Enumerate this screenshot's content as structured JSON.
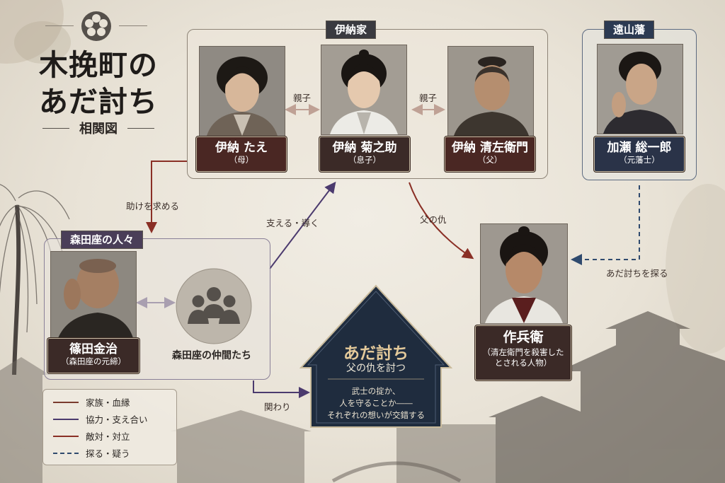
{
  "title": {
    "line1": "木挽町の",
    "line2": "あだ討ち",
    "subtitle": "相関図"
  },
  "groups": {
    "inou": "伊納家",
    "toyama": "遠山藩",
    "morita": "森田座の人々"
  },
  "characters": {
    "tae": {
      "name": "伊納 たえ",
      "role": "（母）"
    },
    "kikunosuke": {
      "name": "伊納 菊之助",
      "role": "（息子）"
    },
    "seizaemon": {
      "name": "伊納 清左衛門",
      "role": "（父）"
    },
    "kase": {
      "name": "加瀬 総一郎",
      "role": "（元藩士）"
    },
    "shinoda": {
      "name": "篠田金治",
      "role": "（森田座の元締）"
    },
    "nakama": {
      "name": "森田座の仲間たち"
    },
    "sakubei": {
      "name": "作兵衛",
      "role_line1": "（清左衛門を殺害した",
      "role_line2": "とされる人物）"
    }
  },
  "relations": {
    "oyako_left": "親子",
    "oyako_right": "親子",
    "tasuke": "助けを求める",
    "sasaeru": "支える・導く",
    "chichi_no_kataki": "父の仇",
    "adauchi_saguru": "あだ討ちを探る",
    "kakawari": "関わり"
  },
  "center": {
    "title": "あだ討ち",
    "subtitle": "父の仇を討つ",
    "line1": "武士の掟か、",
    "line2": "人を守ることか――",
    "line3": "それぞれの想いが交錯する"
  },
  "legend": [
    {
      "label": "家族・血縁",
      "color": "#7a3b2e",
      "style": "solid"
    },
    {
      "label": "協力・支え合い",
      "color": "#4b3a6e",
      "style": "solid"
    },
    {
      "label": "敵対・対立",
      "color": "#8a2f25",
      "style": "solid"
    },
    {
      "label": "探る・疑う",
      "color": "#2f4a6e",
      "style": "dashed"
    }
  ],
  "colors": {
    "family": "#7a3b2e",
    "support": "#4b3a6e",
    "enemy": "#8a2f25",
    "suspect": "#2f4a6e",
    "diamond": "#1f2c3e"
  }
}
